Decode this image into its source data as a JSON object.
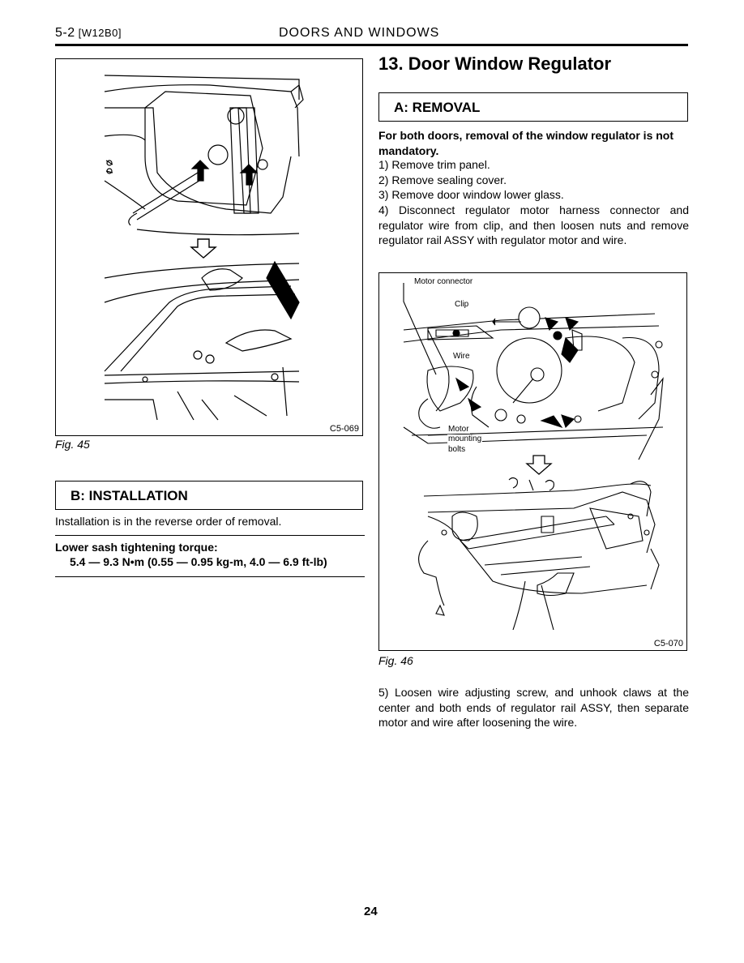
{
  "header": {
    "page_section": "5-2",
    "code": "[W12B0]",
    "title": "DOORS AND WINDOWS"
  },
  "section_title": "13. Door Window Regulator",
  "removal": {
    "heading": "A: REMOVAL",
    "note": "For both doors, removal of the window regulator is not mandatory.",
    "steps": [
      "1) Remove trim panel.",
      "2) Remove sealing cover.",
      "3) Remove door window lower glass.",
      "4) Disconnect regulator motor harness connector and regulator wire from clip, and then loosen nuts and remove regulator rail ASSY with regulator motor and wire."
    ],
    "step5": "5) Loosen wire adjusting screw, and unhook claws at the center and both ends of regulator rail ASSY, then separate motor and wire after loosening the wire."
  },
  "fig45": {
    "code": "C5-069",
    "caption": "Fig. 45"
  },
  "fig46": {
    "code": "C5-070",
    "caption": "Fig. 46",
    "labels": {
      "motor_connector": "Motor connector",
      "clip": "Clip",
      "wire": "Wire",
      "motor": "Motor",
      "mounting": "mounting",
      "bolts": "bolts"
    }
  },
  "installation": {
    "heading": "B: INSTALLATION",
    "text": "Installation is in the reverse order of removal.",
    "torque_label": "Lower sash tightening torque:",
    "torque_value": "5.4 — 9.3 N•m (0.55 — 0.95 kg-m, 4.0 — 6.9 ft-lb)"
  },
  "page_number": "24"
}
